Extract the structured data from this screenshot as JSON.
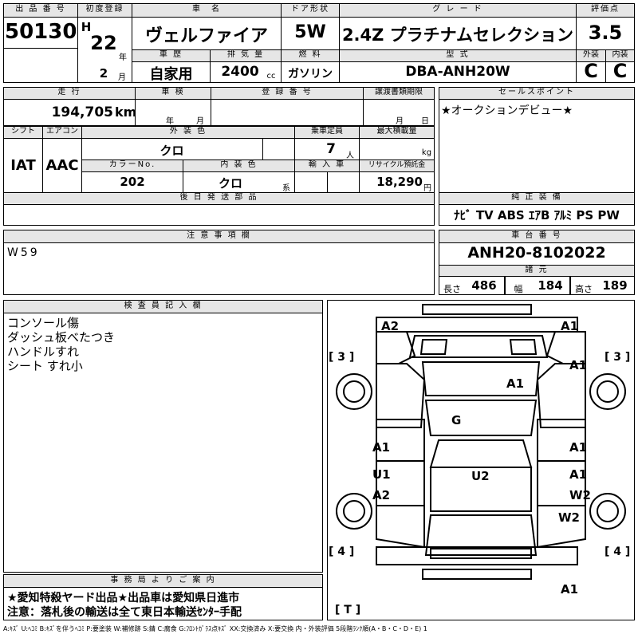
{
  "header": {
    "lot_label": "出 品 番 号",
    "lot_number": "50130",
    "first_reg_label": "初度登録",
    "era": "H",
    "year": "22",
    "year_unit": "年",
    "month": "2",
    "month_unit": "月",
    "car_name_label": "車　名",
    "car_name": "ヴェルファイア",
    "door_label": "ドア形状",
    "door": "5W",
    "grade_label": "グ レ ー ド",
    "grade": "2.4Z プラチナムセレクション",
    "score_label": "評価点",
    "score": "3.5",
    "history_label": "車 歴",
    "history": "自家用",
    "displacement_label": "排 気 量",
    "displacement": "2400",
    "displacement_unit": "cc",
    "fuel_label": "燃 料",
    "fuel": "ガソリン",
    "model_label": "型 式",
    "model": "DBA-ANH20W",
    "exterior_label": "外装",
    "interior_label": "内装",
    "exterior_grade": "C",
    "interior_grade": "C"
  },
  "row2": {
    "mileage_label": "走 行",
    "mileage": "194,705",
    "mileage_unit": "km",
    "inspection_label": "車 検",
    "ins_year_unit": "年",
    "ins_month_unit": "月",
    "reg_label": "登 録 番 号",
    "transfer_label": "譲渡書類期限",
    "transfer_month": "月",
    "transfer_day": "日",
    "sales_label": "セールスポイント",
    "sales_text": "★オークションデビュー★"
  },
  "row3": {
    "shift_label": "シフト",
    "shift": "IAT",
    "ac_label": "エアコン",
    "ac": "AAC",
    "ext_color_label": "外 装 色",
    "ext_color": "クロ",
    "capacity_label": "乗車定員",
    "capacity": "7",
    "capacity_unit": "人",
    "loadmax_label": "最大積載量",
    "loadmax_unit": "kg",
    "color_no_label": "カラーNo.",
    "color_no": "202",
    "int_color_label": "内 装 色",
    "int_color": "クロ",
    "int_color_unit": "系",
    "import_label": "輸 入 車",
    "recycle_label": "リサイクル預託金",
    "recycle": "18,290",
    "recycle_unit": "円"
  },
  "later_parts_label": "後 日 発 送 部 品",
  "equipment_label": "純 正 装 備",
  "equipment": "ﾅﾋﾞ TV ABS ｴｱB ｱﾙﾐ PS PW",
  "notes_label": "注 意 事 項 欄",
  "notes_text": "W59",
  "chassis_label": "車 台 番 号",
  "chassis": "ANH20-8102022",
  "spec_label": "諸 元",
  "length_label": "長さ",
  "length": "486",
  "width_label": "幅",
  "width": "184",
  "height_label": "高さ",
  "height": "189",
  "inspector_label": "検 査 員 記 入 欄",
  "inspector_lines": [
    "コンソール傷",
    "ダッシュ板べたつき",
    "ハンドルすれ",
    "シート すれ小"
  ],
  "office_label": "事 務 局 よ り ご 案 内",
  "office_line1": "★愛知特殺ヤード出品★出品車は愛知県日進市",
  "office_line2": "注意：落札後の輸送は全て東日本輸送ｾﾝﾀｰ手配",
  "legend": "A:ｷｽﾞ U:ﾍｺﾐ B:ｷｽﾞを伴うﾍｺﾐ P:要塗装 W:補修跡 S:錆 C:腐食 G:ﾌﾛﾝﾄｶﾞﾗｽ点ｷｽﾞ XX:交換済み X:要交換 内・外装評価 5段階ﾗﾝｸ順(A・B・C・D・E) 1",
  "diagram": {
    "tire_fl": "[ 3 ]",
    "tire_fr": "[ 3 ]",
    "tire_rl": "[ 4 ]",
    "tire_rr": "[ 4 ]",
    "spare": "[ T ]",
    "marks": {
      "m1": "A2",
      "m2": "A1",
      "m3": "A1",
      "m4": "A1",
      "m5": "G",
      "m6": "A1",
      "m7": "A1",
      "m8": "U1",
      "m9": "A1",
      "m10": "A2",
      "m11": "U2",
      "m12": "W2",
      "m13": "W2",
      "m14": "A1"
    }
  }
}
